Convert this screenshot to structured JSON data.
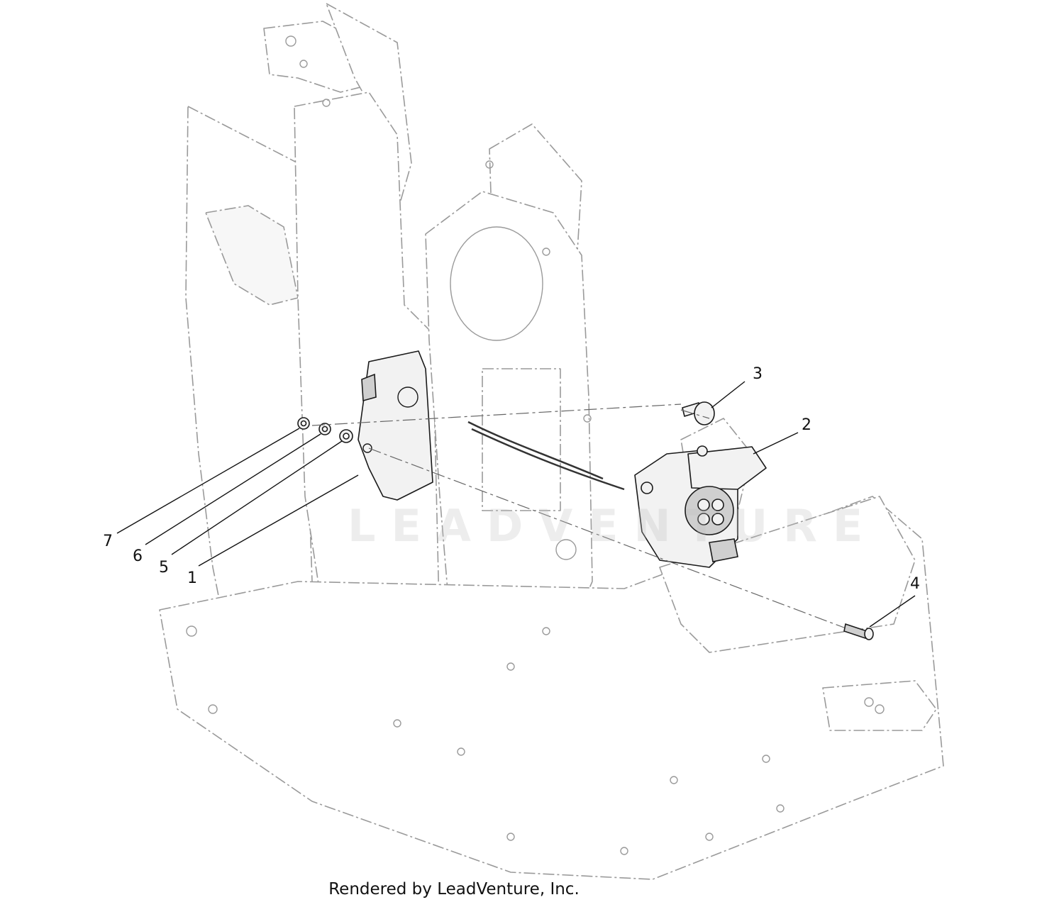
{
  "callouts": [
    {
      "id": "1",
      "label": "1"
    },
    {
      "id": "2",
      "label": "2"
    },
    {
      "id": "3",
      "label": "3"
    },
    {
      "id": "4",
      "label": "4"
    },
    {
      "id": "5",
      "label": "5"
    },
    {
      "id": "6",
      "label": "6"
    },
    {
      "id": "7",
      "label": "7"
    }
  ],
  "watermark": "LEADVENTURE",
  "footer": "Rendered by LeadVenture, Inc."
}
